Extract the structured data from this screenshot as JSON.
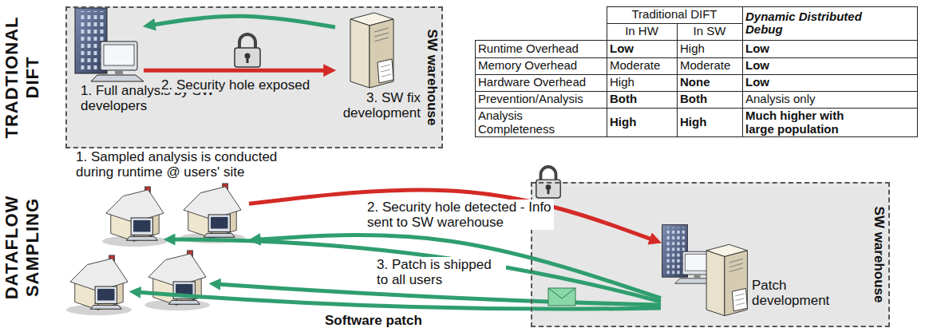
{
  "diagram": {
    "nodes": [
      {
        "text": [
          "SW warehouse"
        ]
      },
      {
        "text": [
          "1. Full analysis by SW developers"
        ],
        "in": 0
      },
      {
        "text": [
          "3. SW fix development"
        ],
        "in": 0
      },
      {
        "text": [
          "SW warehouse"
        ]
      },
      {
        "text": [
          "Patch development"
        ],
        "in": 3
      },
      {
        "text": [
          "1. Sampled analysis is conducted during runtime @ users' site"
        ]
      }
    ],
    "edges": [
      {
        "from": 1,
        "to": 2,
        "arrow": "to",
        "label": "2. Security hole exposed"
      },
      {
        "from": 2,
        "to": 1,
        "arrow": "to"
      },
      {
        "from": 5,
        "to": 4,
        "arrow": "to",
        "label": "2. Security hole detected - Info sent to SW warehouse"
      },
      {
        "from": 4,
        "to": 5,
        "arrow": "to",
        "label": "3. Patch is shipped to all users"
      }
    ],
    "labels": [
      "TRADTIONAL",
      "DIFT",
      "DATAFLOW",
      "SAMPLING",
      "Traditional DIFT",
      "Dynamic Distributed Debug",
      "In HW",
      "In SW",
      "Runtime Overhead",
      "Low",
      "High",
      "Low",
      "Memory Overhead",
      "Moderate",
      "Moderate",
      "Low",
      "Hardware Overhead",
      "High",
      "None",
      "Low",
      "Prevention/Analysis",
      "Both",
      "Both",
      "Analysis only",
      "Analysis Completeness",
      "High",
      "High",
      "Much higher with large population",
      "Software patch"
    ]
  }
}
